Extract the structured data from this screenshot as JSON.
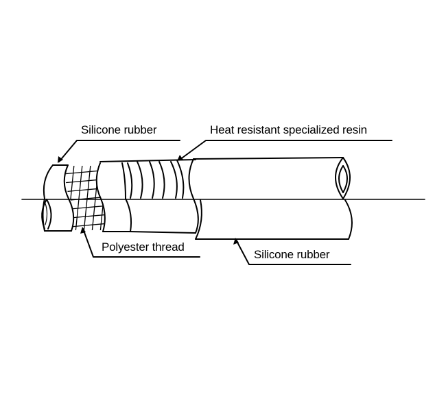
{
  "labels": {
    "outer_silicone_left": "Silicone rubber",
    "resin_layer": "Heat resistant specialized resin",
    "polyester": "Polyester thread",
    "inner_silicone": "Silicone rubber"
  },
  "colors": {
    "ink": "#000000",
    "background": "#ffffff"
  }
}
